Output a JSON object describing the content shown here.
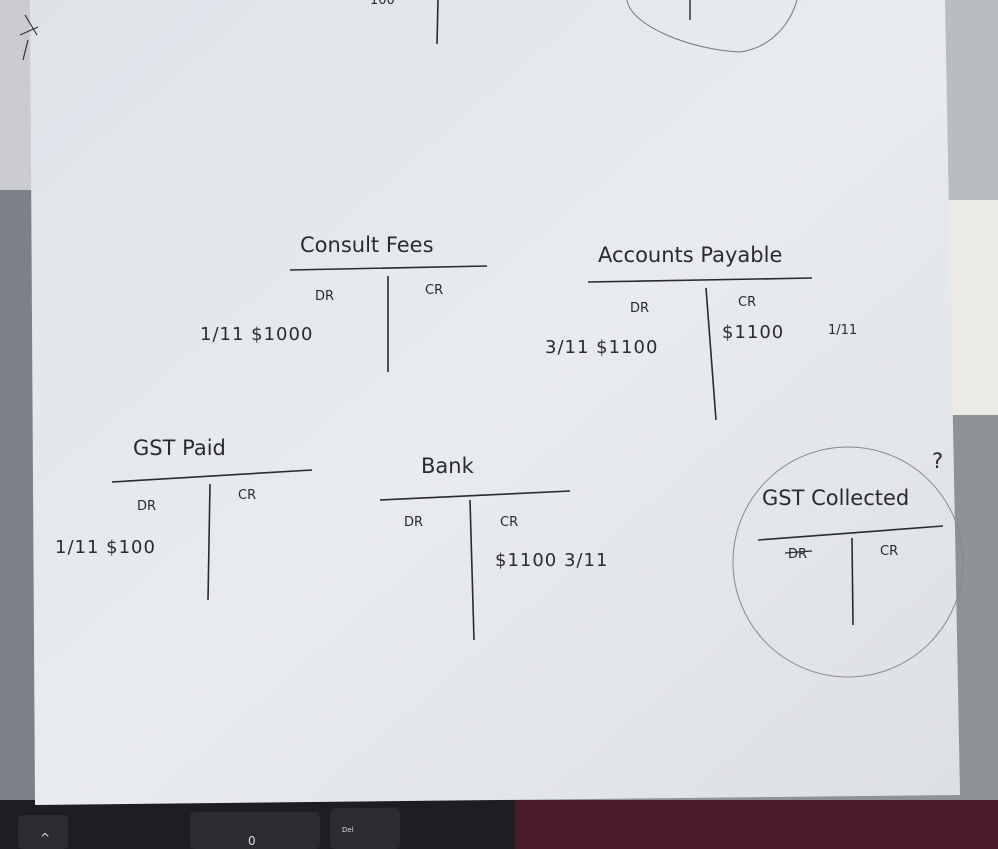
{
  "colors": {
    "paper": "#e6e9ed",
    "ink": "#2a2a30",
    "desk": "#1e1e22",
    "mat": "#4a1a2a"
  },
  "top_fragment": {
    "amount": "100"
  },
  "accounts": [
    {
      "title": "Consult Fees",
      "dr": "DR",
      "cr": "CR",
      "dr_entries": [
        "1/11 $1000"
      ],
      "cr_entries": []
    },
    {
      "title": "Accounts Payable",
      "dr": "DR",
      "cr": "CR",
      "dr_entries": [
        "3/11 $1100"
      ],
      "cr_entries": [
        "$1100",
        "1/11"
      ]
    },
    {
      "title": "GST Paid",
      "dr": "DR",
      "cr": "CR",
      "dr_entries": [
        "1/11 $100"
      ],
      "cr_entries": []
    },
    {
      "title": "Bank",
      "dr": "DR",
      "cr": "CR",
      "dr_entries": [],
      "cr_entries": [
        "$1100 3/11"
      ]
    },
    {
      "title": "GST Collected",
      "dr": "DR",
      "cr": "CR",
      "dr_entries": [],
      "cr_entries": [],
      "note": "?"
    }
  ],
  "keyboard": {
    "key1": "^",
    "key2": "0",
    "key3": "Del"
  }
}
